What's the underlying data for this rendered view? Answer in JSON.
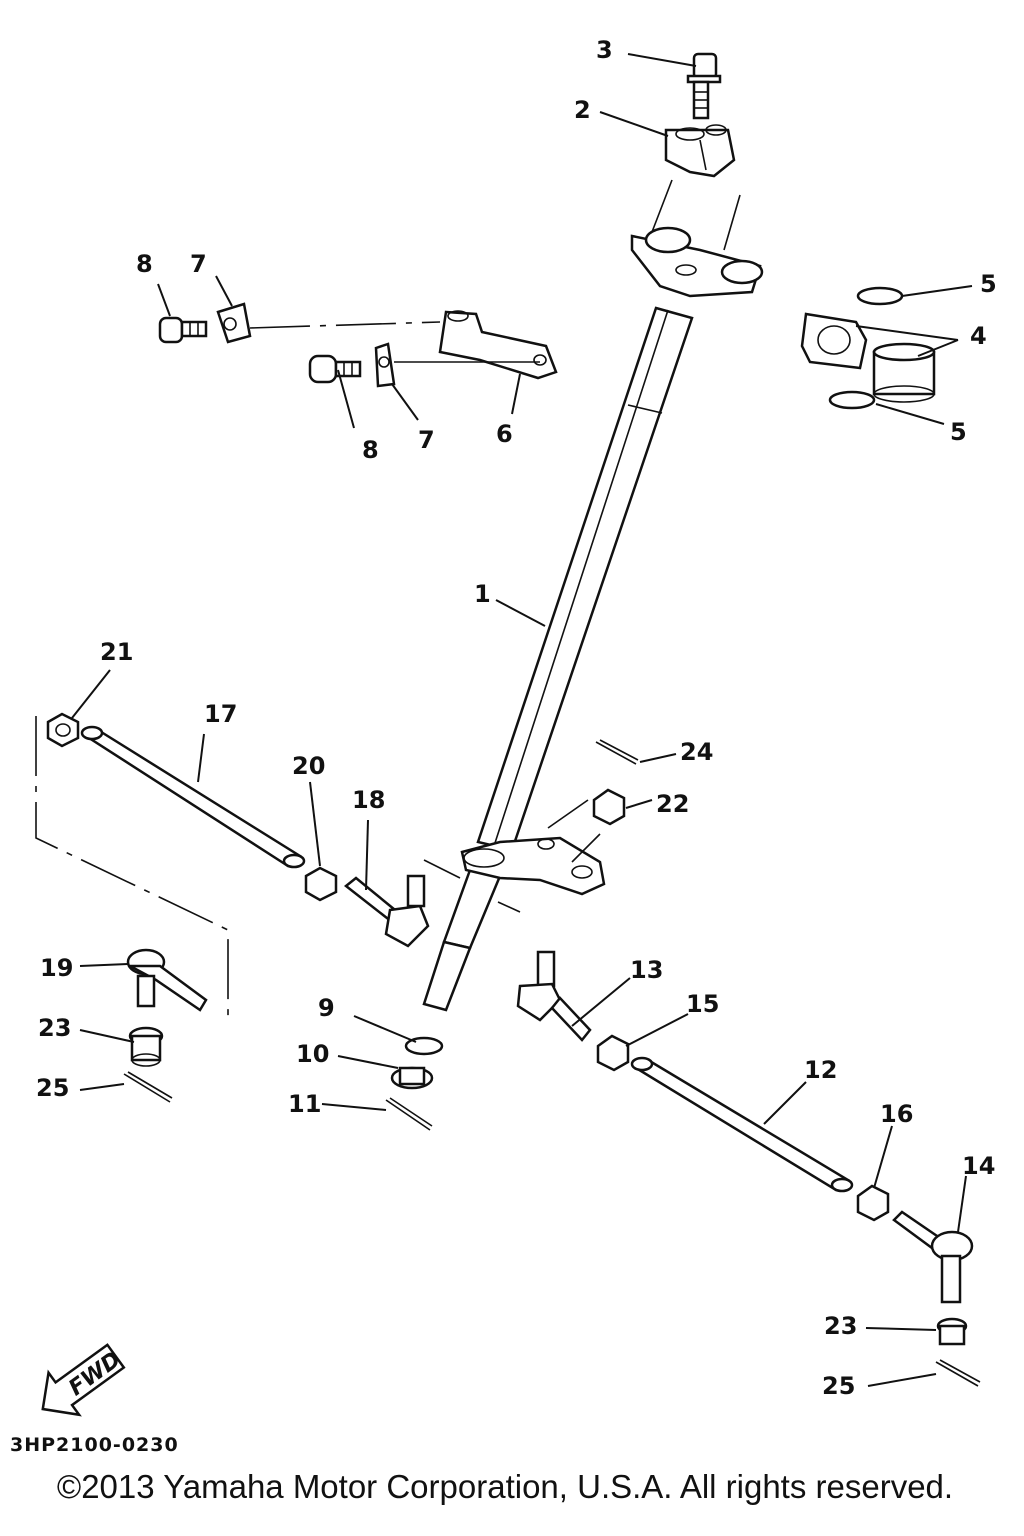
{
  "diagram": {
    "labels": [
      "1",
      "2",
      "3",
      "4",
      "5",
      "5",
      "6",
      "7",
      "7",
      "8",
      "8",
      "9",
      "10",
      "11",
      "12",
      "13",
      "14",
      "15",
      "16",
      "17",
      "18",
      "19",
      "20",
      "21",
      "22",
      "23",
      "23",
      "24",
      "25",
      "25"
    ],
    "fwd_text": "FWD",
    "drawing_code": "3HP2100-0230",
    "copyright": "©2013 Yamaha Motor Corporation, U.S.A. All rights reserved."
  }
}
